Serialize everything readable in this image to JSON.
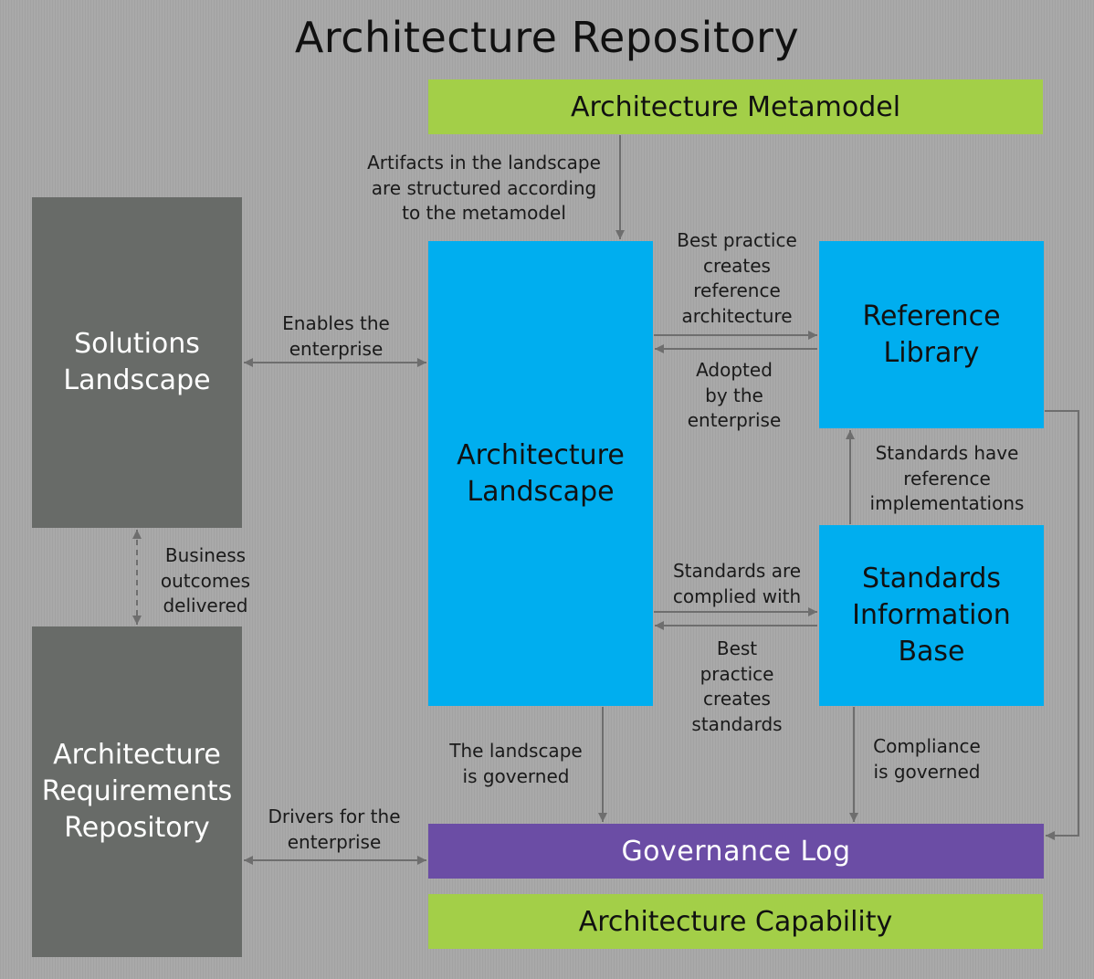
{
  "title": "Architecture Repository",
  "boxes": {
    "metamodel": "Architecture Metamodel",
    "solutions": "Solutions\nLandscape",
    "requirements": "Architecture\nRequirements\nRepository",
    "landscape": "Architecture\nLandscape",
    "reference": "Reference\nLibrary",
    "standards": "Standards\nInformation\nBase",
    "governance": "Governance Log",
    "capability": "Architecture Capability"
  },
  "labels": {
    "artifacts": "Artifacts in the landscape\nare structured according\nto the metamodel",
    "enables": "Enables the\nenterprise",
    "best_ref": "Best practice\ncreates\nreference\narchitecture",
    "adopted": "Adopted\nby the\nenterprise",
    "std_ref": "Standards have\nreference\nimplementations",
    "business": "Business\noutcomes\ndelivered",
    "complied": "Standards are\ncomplied with",
    "best_std": "Best\npractice\ncreates\nstandards",
    "landscape_gov": "The landscape\nis governed",
    "compliance_gov": "Compliance\nis governed",
    "drivers": "Drivers for the\nenterprise"
  },
  "colors": {
    "background": "#a9a9a9",
    "green": "#a3cf48",
    "blue": "#00aeef",
    "gray": "#686b68",
    "purple": "#6b4da5",
    "arrow": "#6e6e6e"
  }
}
